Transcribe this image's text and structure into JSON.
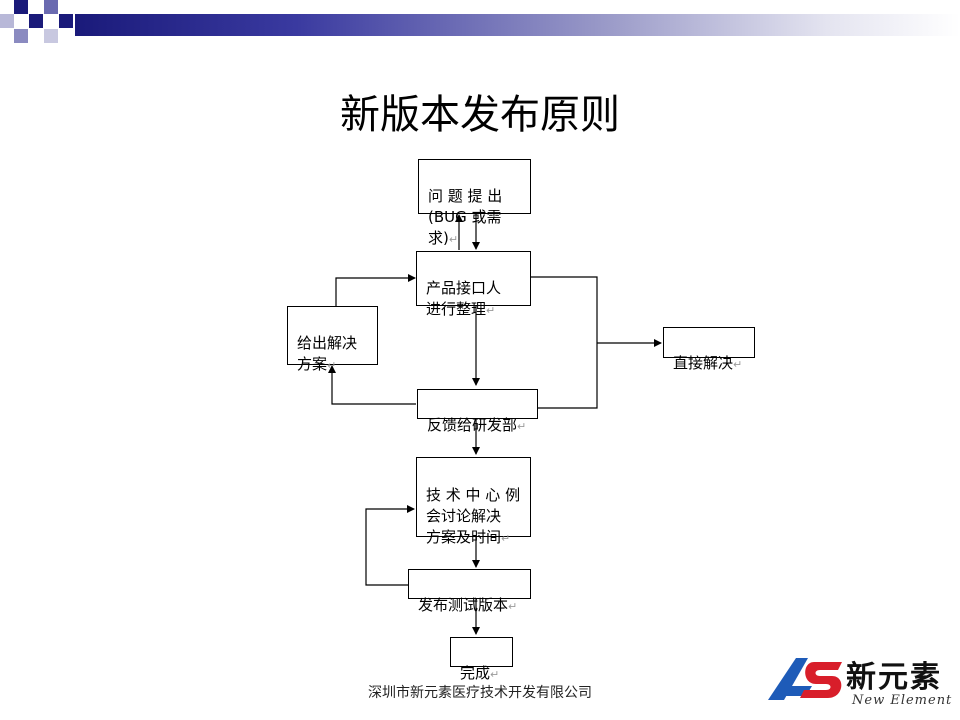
{
  "slide": {
    "title": "新版本发布原则",
    "footer": "深圳市新元素医疗技术开发有限公司"
  },
  "logo": {
    "name_cn": "新元素",
    "name_en": "New Element"
  },
  "diagram": {
    "return_mark": "↵",
    "nodes": {
      "issue": "问 题 提 出\n(BUG 或需求)",
      "product": "产品接口人\n进行整理",
      "solution": "给出解决\n方案",
      "direct": "直接解决",
      "feedback": "反馈给研发部",
      "tech": "技 术 中 心 例\n会讨论解决\n方案及时间",
      "release": "发布测试版本",
      "done": "完成"
    }
  },
  "colors": {
    "accent": "#1a1a7a",
    "logo_blue": "#1e5bb8",
    "logo_red": "#d81e2a"
  }
}
